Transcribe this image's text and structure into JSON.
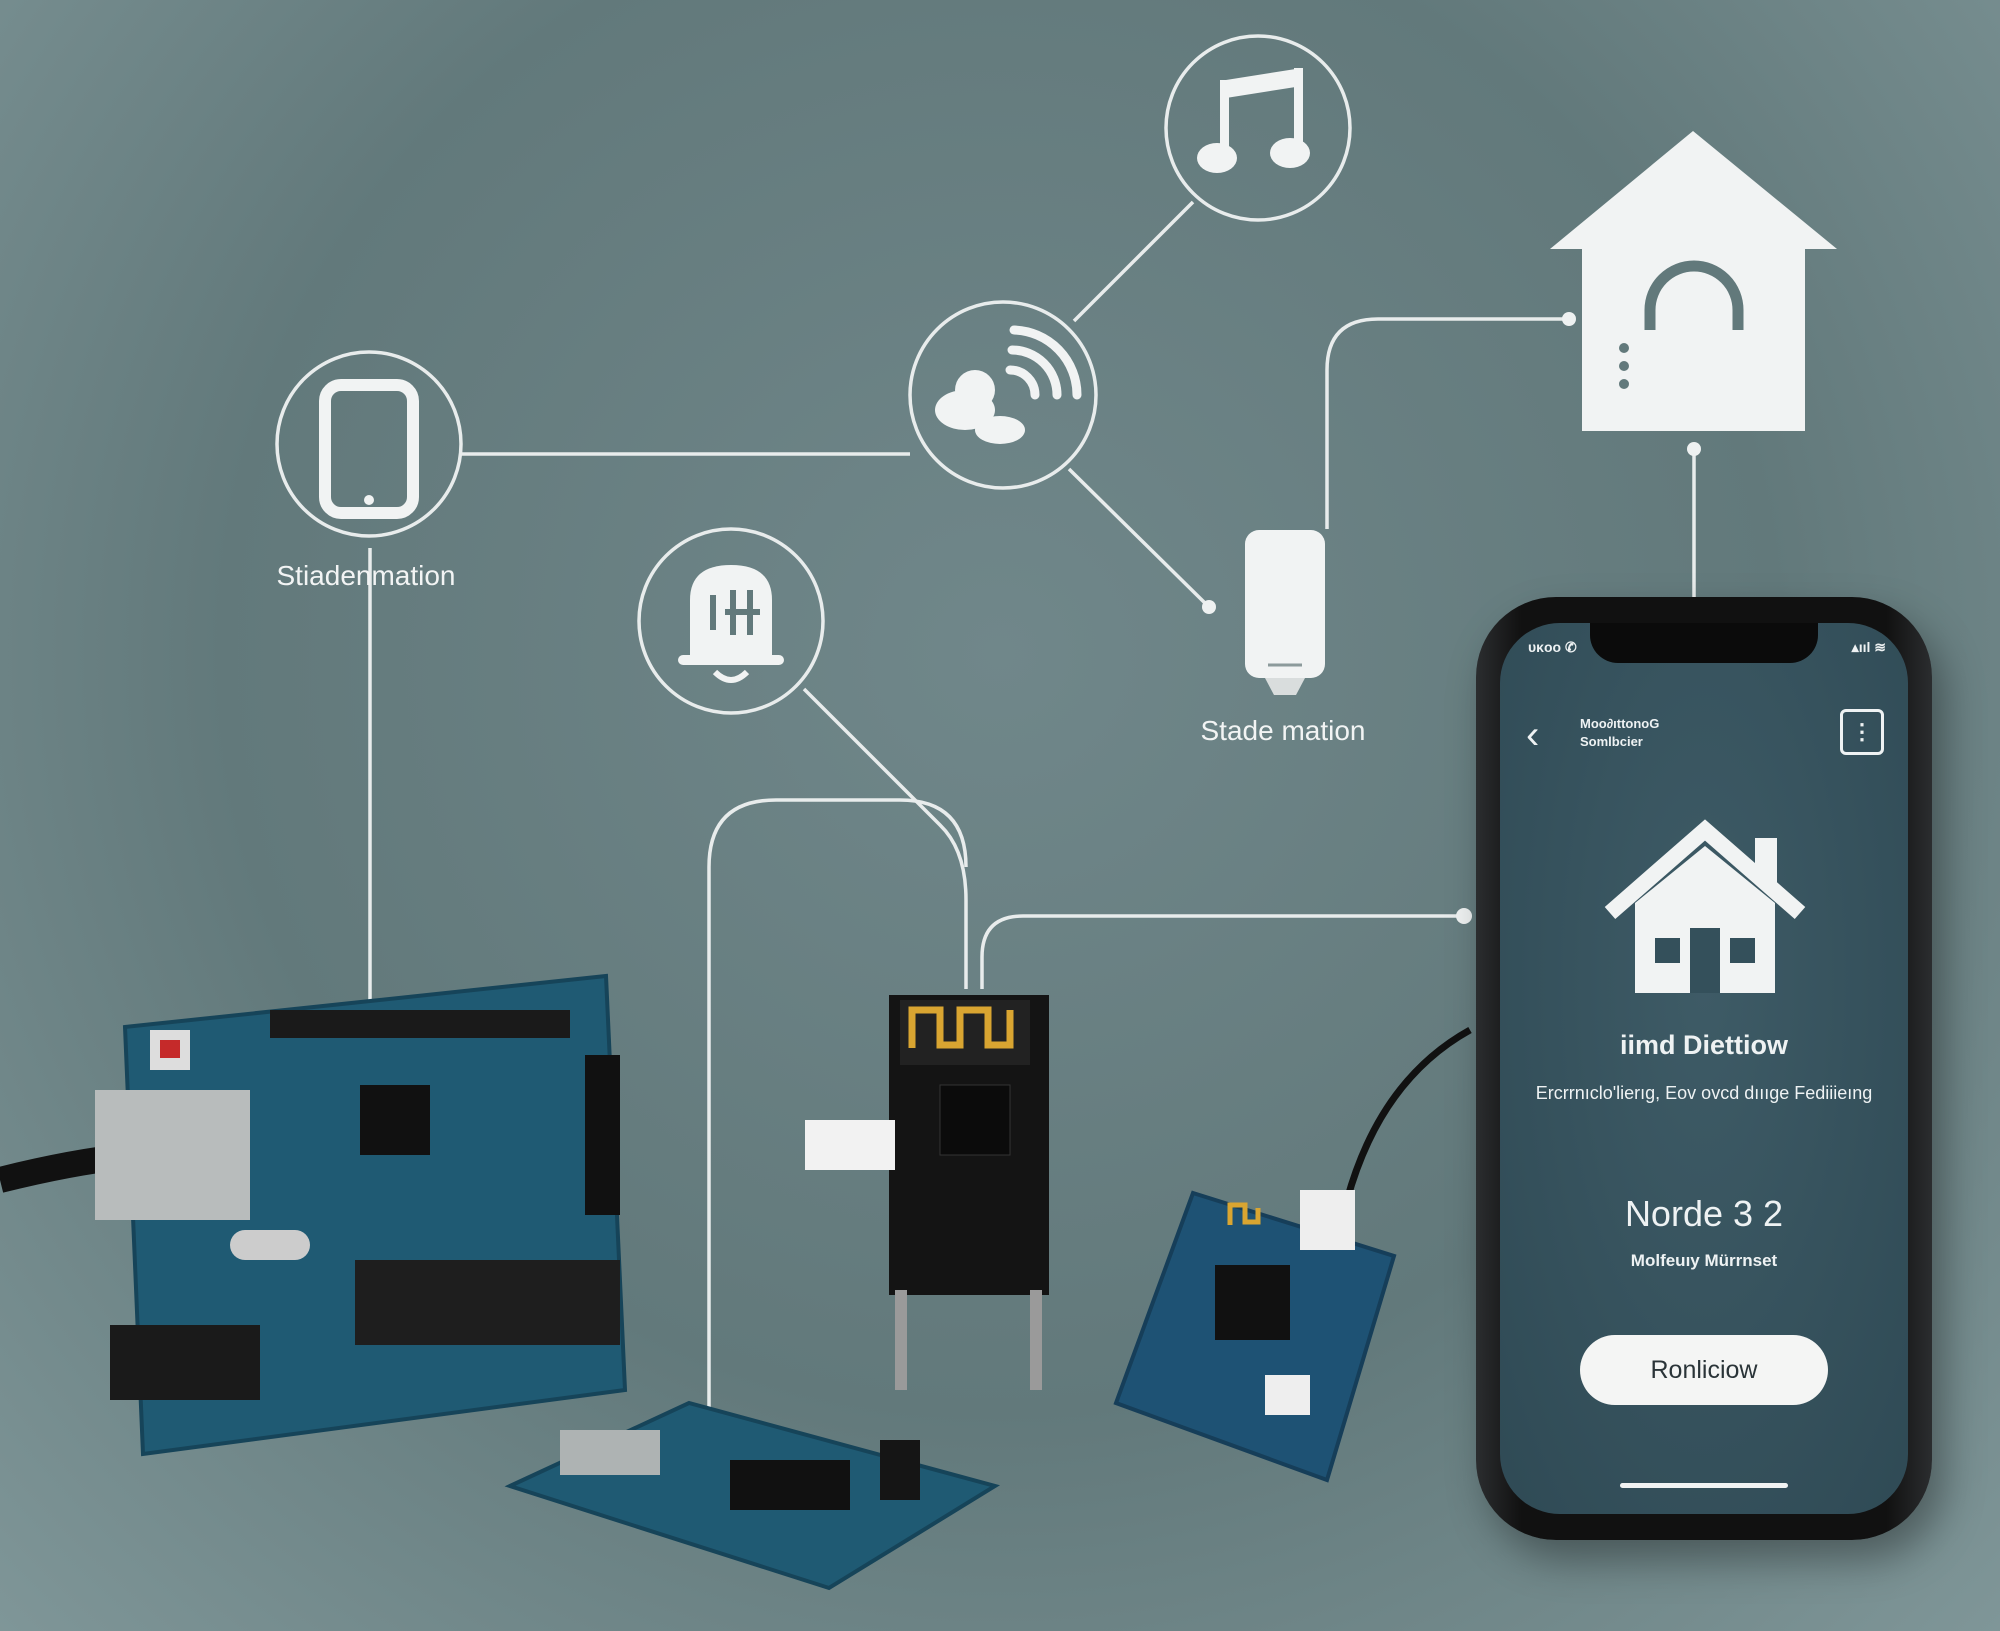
{
  "diagram": {
    "labels": {
      "tablet": "Stiadenmation",
      "sensor": "Stade mation"
    },
    "icons": [
      "tablet-icon",
      "cloud-wifi-icon",
      "music-note-icon",
      "bell-icon",
      "smart-home-icon",
      "sensor-device-icon"
    ],
    "colors": {
      "background": "#62797b",
      "line": "#e8ecec",
      "pcb": "#1f5a73",
      "phone_screen": "#2f4a55"
    }
  },
  "phone": {
    "status_left": "ᴜᴋᴏᴏ ✆",
    "status_right": "▴ııl ≋",
    "header_line1": "Moo∂ıttonoG",
    "header_line2": "Somlbcier",
    "title": "iimd Diettiow",
    "subtitle": "Ercrrnıclo'lierıg, Eov ovcd dıııge Fediiieıng",
    "model": "Norde 3 2",
    "model_sub": "Molfeuıy Mürrnset",
    "button": "Ronliciow"
  }
}
